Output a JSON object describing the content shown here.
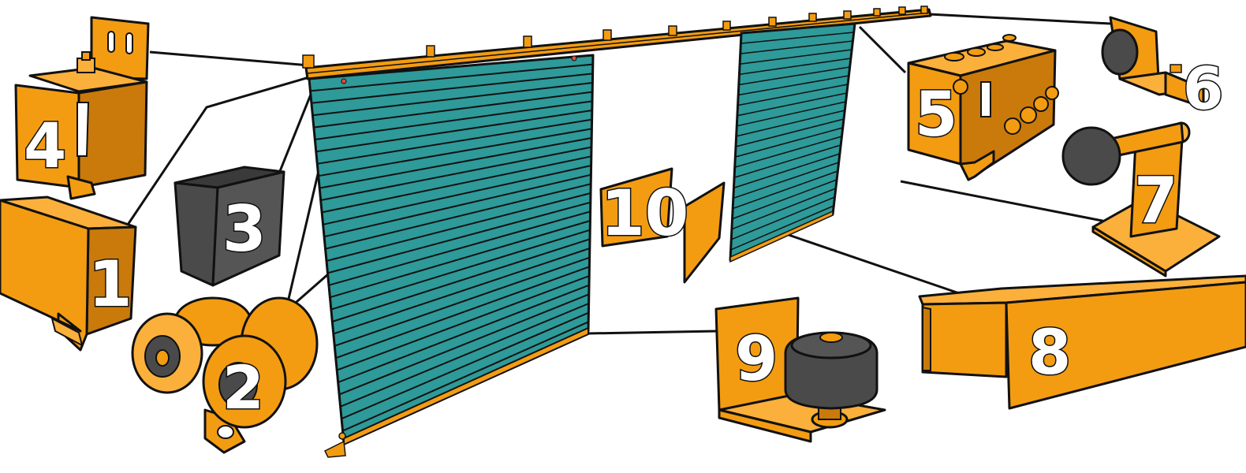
{
  "colors": {
    "steel": "#F39C12",
    "steel_light": "#FBB03B",
    "steel_dark": "#C97A0A",
    "panel": "#2E9A99",
    "panel_dark": "#1E6F6E",
    "rubber": "#4A4A4A",
    "outline": "#111111",
    "background": "#FFFFFF"
  },
  "icons": {
    "part_1": "track-rail-profile",
    "part_2": "trolley-roller-carriage",
    "part_3": "rail-end-cap",
    "part_4": "wall-mount-bracket",
    "part_5": "adjustable-rail-bracket",
    "part_6": "end-stop-buffer",
    "part_7": "bottom-stop-buffer",
    "part_8": "bottom-guide-rail",
    "part_9": "bottom-guide-roller",
    "part_10": "gate-panel-fragment"
  },
  "callouts": [
    {
      "id": "1",
      "label": "1"
    },
    {
      "id": "2",
      "label": "2"
    },
    {
      "id": "3",
      "label": "3"
    },
    {
      "id": "4",
      "label": "4"
    },
    {
      "id": "5",
      "label": "5"
    },
    {
      "id": "6",
      "label": "6"
    },
    {
      "id": "7",
      "label": "7"
    },
    {
      "id": "8",
      "label": "8"
    },
    {
      "id": "9",
      "label": "9"
    },
    {
      "id": "10",
      "label": "10"
    }
  ]
}
